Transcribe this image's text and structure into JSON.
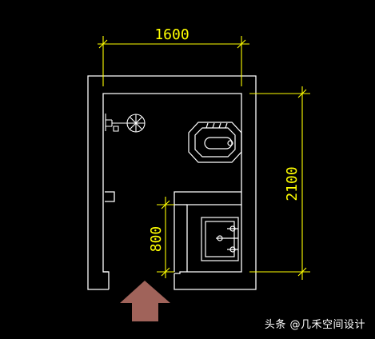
{
  "drawing": {
    "dimensions": {
      "top_width": "1600",
      "right_height": "2100",
      "left_height": "800"
    },
    "colors": {
      "background": "#000000",
      "walls": "#ffffff",
      "dimension_lines": "#ffff00",
      "entry_arrow": "#a0635a"
    }
  },
  "watermark": {
    "text": "头条 @几禾空间设计"
  }
}
